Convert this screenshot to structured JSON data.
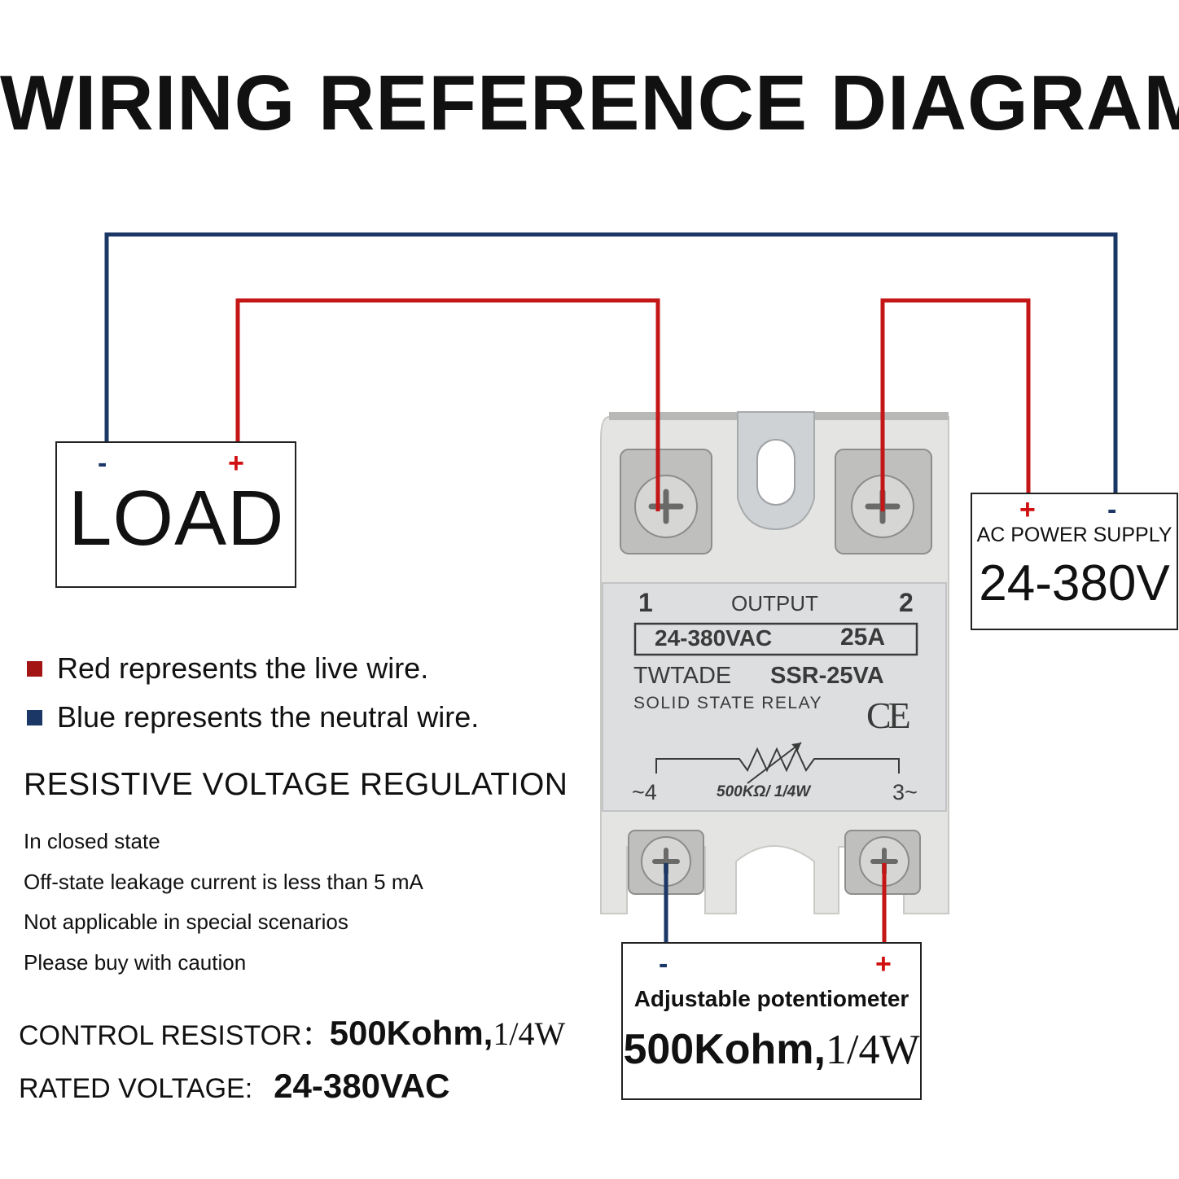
{
  "title": "WIRING REFERENCE DIAGRAM",
  "colors": {
    "live": "#c41616",
    "neutral": "#1a3766",
    "relay_body": "#e3e3e1",
    "relay_label": "#dcdee0"
  },
  "load": {
    "label": "LOAD",
    "neg": "-",
    "pos": "+"
  },
  "ac_supply": {
    "pos": "+",
    "neg": "-",
    "caption": "AC POWER SUPPLY",
    "voltage": "24-380V"
  },
  "potentiometer": {
    "neg": "-",
    "pos": "+",
    "caption": "Adjustable potentiometer",
    "value_main": "500Kohm,",
    "value_tail": "1/4W"
  },
  "legend": [
    {
      "text": "Red represents the live wire.",
      "color": "#a31515"
    },
    {
      "text": "Blue represents the neutral wire.",
      "color": "#1a3766"
    }
  ],
  "regulation": {
    "heading": "RESISTIVE VOLTAGE REGULATION",
    "notes": [
      "In closed state",
      "Off-state leakage current is less than 5 mA",
      "Not applicable in special scenarios",
      "Please buy with caution"
    ]
  },
  "specs": {
    "control_label": "CONTROL RESISTOR：",
    "control_value": "500Kohm,",
    "control_tail": "1/4W",
    "rated_label": "RATED VOLTAGE:",
    "rated_value": "24-380VAC"
  },
  "relay": {
    "terminal_1": "1",
    "terminal_2": "2",
    "output": "OUTPUT",
    "rating_voltage": "24-380VAC",
    "rating_current": "25A",
    "brand": "TWTADE",
    "model": "SSR-25VA",
    "type": "SOLID STATE RELAY",
    "ce_mark": "CE",
    "terminal_4": "~4",
    "terminal_3": "3~",
    "pot_rating": "500KΩ/ 1/4W"
  }
}
